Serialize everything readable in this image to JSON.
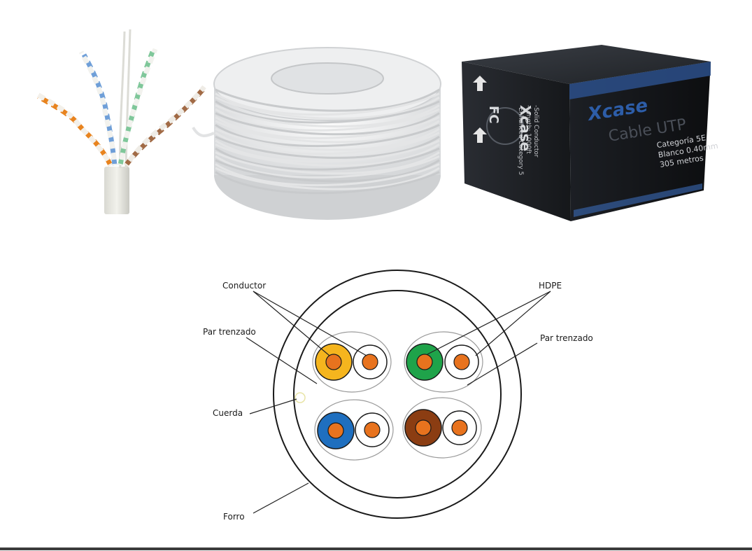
{
  "colors": {
    "conductor": "#e8731e",
    "pair_orange": "#f5b51e",
    "pair_green": "#1fa34a",
    "pair_blue": "#1f6fbf",
    "pair_brown": "#8b3d12",
    "box": "#16181c",
    "box_accent": "#2d5da8"
  },
  "box": {
    "brand": "Xcase",
    "title": "Cable UTP",
    "line1": "Categoría 5E",
    "line2": "Blanco 0.40mm",
    "line3": "305 metros",
    "side_brand": "Xcase",
    "side_line1": "-Solid Conductor",
    "side_line2": "-Length: 1000ft",
    "side_line3": "-Enhanced Category 5",
    "side_mark": "FC"
  },
  "diagram": {
    "labels": {
      "conductor": "Conductor",
      "hdpe": "HDPE",
      "par_trenzado_left": "Par trenzado",
      "par_trenzado_right": "Par trenzado",
      "cuerda": "Cuerda",
      "forro": "Forro"
    }
  }
}
